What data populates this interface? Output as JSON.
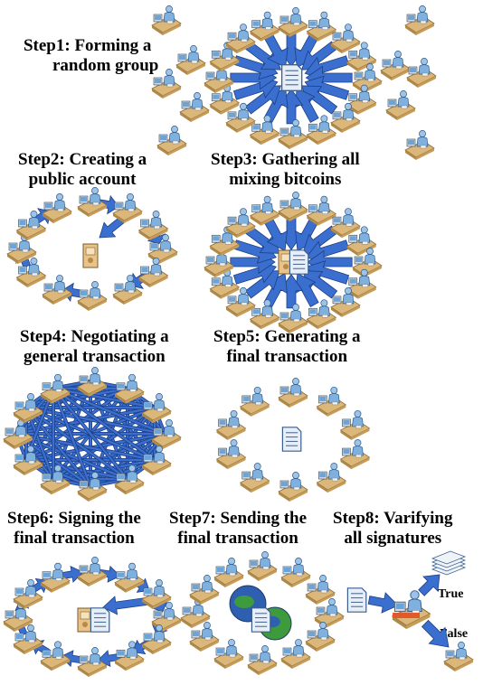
{
  "steps": [
    {
      "line1": "Step1: Forming a",
      "line2": "random group"
    },
    {
      "line1": "Step2: Creating a",
      "line2": "public account"
    },
    {
      "line1": "Step3: Gathering all",
      "line2": "mixing bitcoins"
    },
    {
      "line1": "Step4: Negotiating a",
      "line2": "general transaction"
    },
    {
      "line1": "Step5: Generating a",
      "line2": "final transaction"
    },
    {
      "line1": "Step6: Signing the",
      "line2": "final transaction"
    },
    {
      "line1": "Step7: Sending the",
      "line2": "final transaction"
    },
    {
      "line1": "Step8: Varifying",
      "line2": "all signatures"
    }
  ],
  "verify": {
    "true_label": "True",
    "false_label": "False"
  },
  "colors": {
    "arrow": "#3a6fcf",
    "arrow_edge": "#1e3f86",
    "desk": "#d9b47a",
    "person": "#8fb8de",
    "globe": "#2e7d32"
  },
  "icons": [
    "computer-user-icon",
    "document-icon",
    "safe-box-icon",
    "globe-icon",
    "coin-stack-icon"
  ]
}
